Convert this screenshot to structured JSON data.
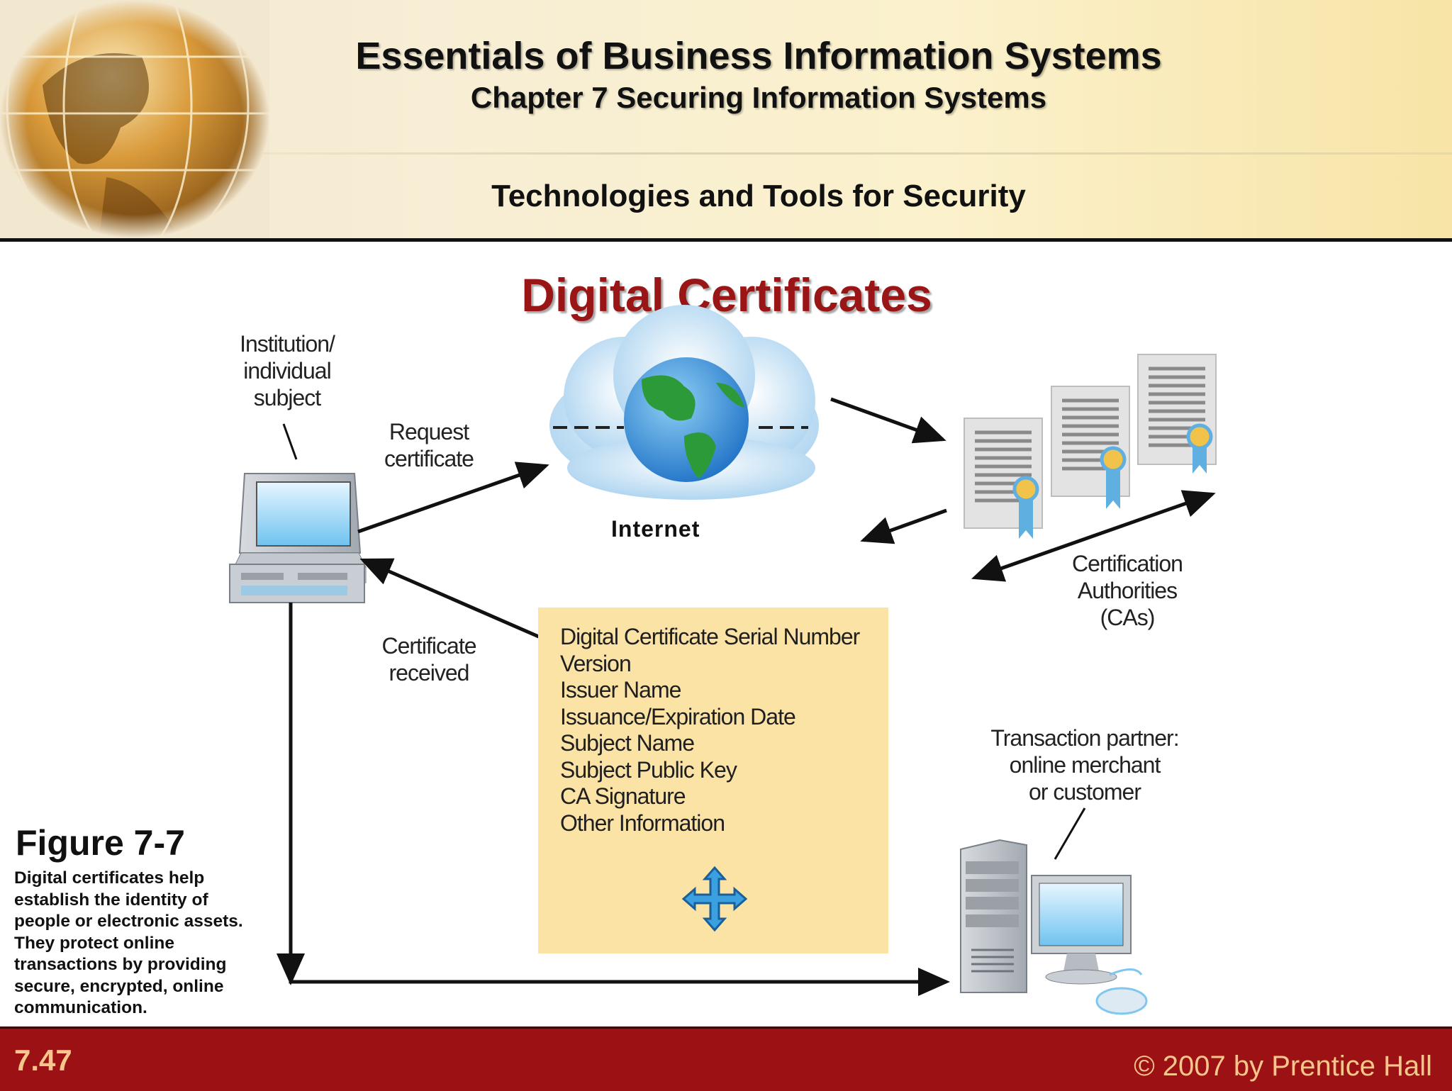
{
  "header": {
    "title": "Essentials of Business Information Systems",
    "chapter": "Chapter 7 Securing Information Systems",
    "section": "Technologies and Tools for Security"
  },
  "slide_title": "Digital Certificates",
  "diagram": {
    "subject_label": [
      "Institution/",
      "individual",
      "subject"
    ],
    "request_label": [
      "Request",
      "certificate"
    ],
    "received_label": [
      "Certificate",
      "received"
    ],
    "internet_label": "Internet",
    "ca_label": [
      "Certification",
      "Authorities",
      "(CAs)"
    ],
    "partner_label": [
      "Transaction partner:",
      "online merchant",
      "or customer"
    ],
    "certificate_fields": [
      "Digital Certificate Serial Number",
      "Version",
      "Issuer Name",
      "Issuance/Expiration Date",
      "Subject Name",
      "Subject Public Key",
      "CA Signature",
      "Other Information"
    ]
  },
  "figure": {
    "label": "Figure 7-7",
    "description": "Digital certificates help establish the identity of people or electronic assets. They protect online transactions by providing secure, encrypted, online communication."
  },
  "footer": {
    "page": "7.47",
    "copyright": "© 2007 by Prentice Hall"
  },
  "colors": {
    "title_red": "#9a1515",
    "footer_red": "#9c1114",
    "footer_text": "#f6c68c",
    "info_box": "#fbe3a6"
  }
}
